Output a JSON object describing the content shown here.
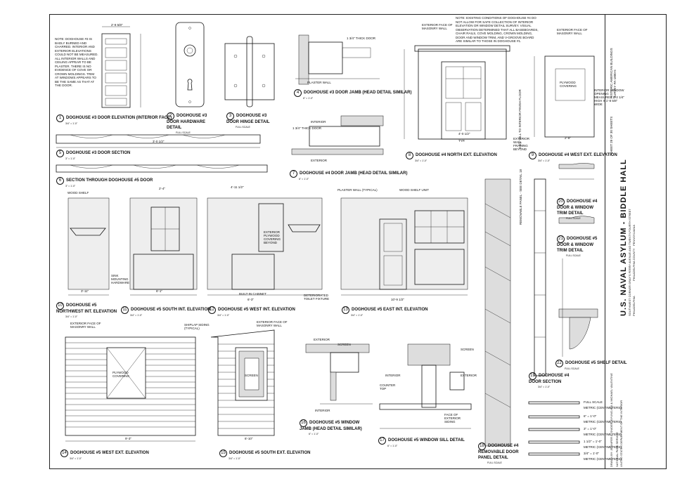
{
  "title_block": {
    "project": "U.S. NAVAL ASYLUM - BIDDLE HALL",
    "address": "SOUTHWEST CORNER GRAY'S FERRY AVENUE AND TWENTY-FOURTH STREET",
    "city": "PHILADELPHIA",
    "county": "PHILADELPHIA COUNTY",
    "state": "PENNSYLVANIA",
    "hab_no": "HISTORIC AMERICAN BUILDINGS SURVEY PA-1800-5",
    "sheet": "SHEET 28 OF 30 SHEETS",
    "agency": "NATIONAL PARK SERVICE",
    "department": "UNITED STATES DEPARTMENT OF THE INTERIOR",
    "drawn_by": "DRAWN BY: JENNIFER L. SNIDER, KYUNG-HUI & MICHAEL VALENTINE"
  },
  "notes": {
    "doghouse3": "NOTE: DOGHOUSE #3 IS BADLY BURNED AND CHARRED. INTERIOR AND EXTERIOR ELEVATIONS COULD NOT BE MEASURED. ALL INTERIOR WALLS AND CEILING APPEAR TO BE PLASTER. THERE IS NO EVIDENCE OF COVE OR CROWN MOLDINGS. TRIM AT WINDOWS APPEARS TO BE THE SAME AS THAT AT THE DOOR.",
    "doghouse4": "NOTE: EXISTING CONDITIONS OF DOGHOUSE #4 DO NOT ALLOW FOR SAFE COLLECTION OF INTERIOR ELEVATION OR WINDOW DETAIL SURVEY. VISUAL OBSERVATION DETERMINED THAT ALL BASEBOARDS, CHAIR RAILS, COVE MOLDING, CROWN MOLDING, DOOR AND WINDOW TRIM, AND V-GROOVE BOARD ARE SIMILAR TO THOSE IN DOGHOUSE #1."
  },
  "drawings": [
    {
      "num": "1",
      "title": "DOGHOUSE #3 DOOR ELEVATION (INTERIOR FACE)",
      "scale": "3/4\" = 1'-0\""
    },
    {
      "num": "2",
      "title": "DOGHOUSE #3 DOOR HARDWARE DETAIL",
      "scale": "FULL SCALE"
    },
    {
      "num": "3",
      "title": "DOGHOUSE #3 DOOR HINGE DETAIL",
      "scale": "FULL SCALE"
    },
    {
      "num": "4",
      "title": "DOGHOUSE #3 DOOR JAMB (HEAD DETAIL SIMILAR)",
      "scale": "6\" = 1'-0\""
    },
    {
      "num": "5",
      "title": "DOGHOUSE #3 DOOR SECTION",
      "scale": "3\" = 1'-0\""
    },
    {
      "num": "6",
      "title": "SECTION THROUGH DOGHOUSE #5 DOOR",
      "scale": "3\" = 1'-0\""
    },
    {
      "num": "7",
      "title": "DOGHOUSE #4 DOOR JAMB (HEAD DETAIL SIMILAR)",
      "scale": "6\" = 1'-0\""
    },
    {
      "num": "8",
      "title": "DOGHOUSE #4 NORTH EXT. ELEVATION",
      "scale": "3/4\" = 1'-0\""
    },
    {
      "num": "9",
      "title": "DOGHOUSE #4 WEST EXT. ELEVATION",
      "scale": "3/4\" = 1'-0\""
    },
    {
      "num": "10",
      "title": "DOGHOUSE #5 NORTHWEST INT. ELEVATION",
      "scale": "3/4\" = 1'-0\""
    },
    {
      "num": "11",
      "title": "DOGHOUSE #5 SOUTH INT. ELEVATION",
      "scale": "3/4\" = 1'-0\""
    },
    {
      "num": "12",
      "title": "DOGHOUSE #5 WEST INT. ELEVATION",
      "scale": "3/4\" = 1'-0\""
    },
    {
      "num": "13",
      "title": "DOGHOUSE #5 EAST INT. ELEVATION",
      "scale": "3/4\" = 1'-0\""
    },
    {
      "num": "14",
      "title": "DOGHOUSE #5 WEST EXT. ELEVATION",
      "scale": "3/4\" = 1'-0\""
    },
    {
      "num": "15",
      "title": "DOGHOUSE #5 SOUTH EXT. ELEVATION",
      "scale": "3/4\" = 1'-0\""
    },
    {
      "num": "16",
      "title": "DOGHOUSE #5 WINDOW JAMB (HEAD DETAIL SIMILAR)",
      "scale": "6\" = 1'-0\""
    },
    {
      "num": "17",
      "title": "DOGHOUSE #5 WINDOW SILL DETAIL",
      "scale": "6\" = 1'-0\""
    },
    {
      "num": "18",
      "title": "DOGHOUSE #4 REMOVABLE DOOR PANEL DETAIL",
      "scale": "FULL SCALE"
    },
    {
      "num": "19",
      "title": "DOGHOUSE #4 DOOR SECTION",
      "scale": "3/4\" = 1'-0\""
    },
    {
      "num": "20",
      "title": "DOGHOUSE #4 DOOR & WINDOW TRIM DETAIL",
      "scale": "FULL SCALE"
    },
    {
      "num": "21",
      "title": "DOGHOUSE #5 DOOR & WINDOW TRIM DETAIL",
      "scale": "FULL SCALE"
    },
    {
      "num": "22",
      "title": "DOGHOUSE #5 SHELF DETAIL",
      "scale": "FULL SCALE"
    }
  ],
  "labels": {
    "thick_door": "1 3/4\" THICK DOOR",
    "plaster_wall": "PLASTER WALL",
    "interior": "INTERIOR",
    "exterior": "EXTERIOR",
    "exterior_face": "EXTERIOR FACE OF MASONRY WALL",
    "plywood": "PLYWOOD COVERING",
    "window_opening": "INTERIOR WINDOW OPENING MEASURES 2'-2 1/4\" HIGH x 1'-8 5/8\" WIDE",
    "exterior_wall_framing": "EXTERIOR WALL FRAMING BEYOND",
    "wood_shelf": "WOOD SHELF",
    "sink_hardware": "SINK MOUNTING HARDWARE",
    "plaster_wall_typical": "PLASTER WALL (TYPICAL)",
    "wood_shelf_unit": "WOOD SHELF UNIT",
    "exterior_plywood": "EXTERIOR PLYWOOD COVERING BEYOND",
    "built_in_cabinet": "BUILT-IN CABINET",
    "deteriorated_toilet": "DETERIORATED TOILET FIXTURE",
    "shiplap": "SHIPLAP SIDING (TYPICAL)",
    "screen": "SCREEN",
    "counter_top": "COUNTER TOP",
    "face_ext_siding": "FACE OF EXTERIOR SIDING",
    "removable_panel": "REMOVABLE PANEL - SEE DETAIL 18",
    "sill_to_interior": "4 3/4\" SILL TO INTERIOR FINISH FLOOR",
    "typ": "TYP."
  },
  "scales": [
    {
      "label": "FULL SCALE",
      "metric": "METRIC (centimeters)"
    },
    {
      "label": "6\" = 1'-0\"",
      "metric": "METRIC (centimeters)"
    },
    {
      "label": "3\" = 1'-0\"",
      "metric": "METRIC (centimeters)"
    },
    {
      "label": "1 1/2\" = 1'-0\"",
      "metric": "METRIC (centimeters)"
    },
    {
      "label": "3/4\" = 1'-0\"",
      "metric": "METRIC (centimeters)"
    }
  ],
  "dims": {
    "d1": "2'-9 5/8\"",
    "d2": "3'-0 1/2\"",
    "d3": "2'-4\"",
    "d4": "4'-11 1/2\"",
    "d5": "3'-11\"",
    "d6": "6'-1\"",
    "d7": "6'-3\"",
    "d8": "10'-9 1/2\"",
    "d9": "9'-3\"",
    "d10": "6'-10\"",
    "d11": "4'-0 1/2\"",
    "d12": "2'-8\""
  }
}
